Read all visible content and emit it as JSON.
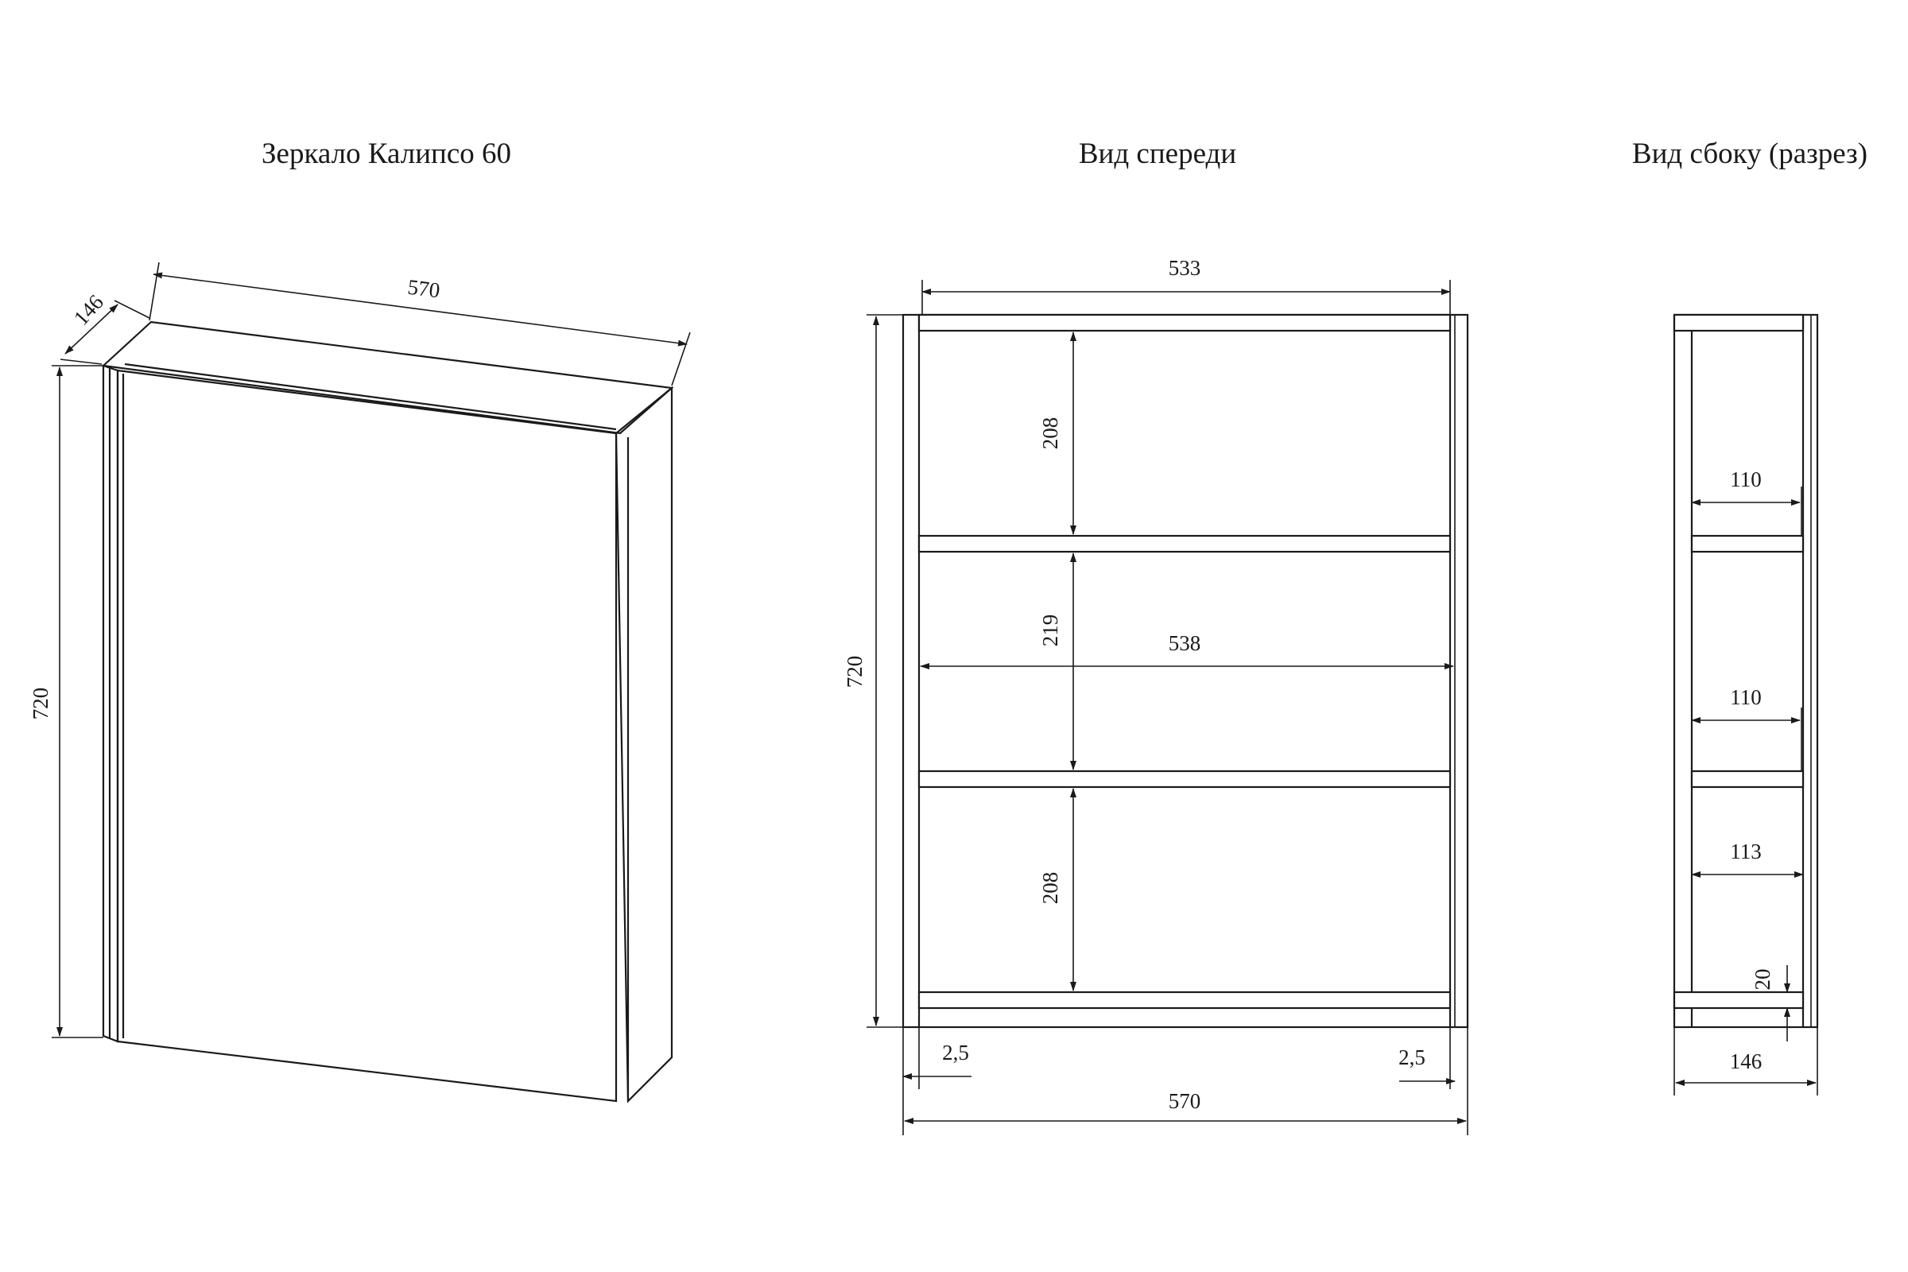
{
  "titles": {
    "iso": "Зеркало Калипсо 60",
    "front": "Вид спереди",
    "side": "Вид сбоку (разрез)"
  },
  "iso_dims": {
    "depth": "146",
    "width": "570",
    "height": "720"
  },
  "front_dims": {
    "inner_width": "533",
    "top_gap": "208",
    "mid_gap": "219",
    "bottom_gap": "208",
    "shelf_width": "538",
    "height": "720",
    "offset_left": "2,5",
    "offset_right": "2,5",
    "total_width": "570"
  },
  "side_dims": {
    "shelf1_depth": "110",
    "shelf2_depth": "110",
    "lower_depth": "113",
    "bottom_thickness": "20",
    "total_depth": "146"
  }
}
